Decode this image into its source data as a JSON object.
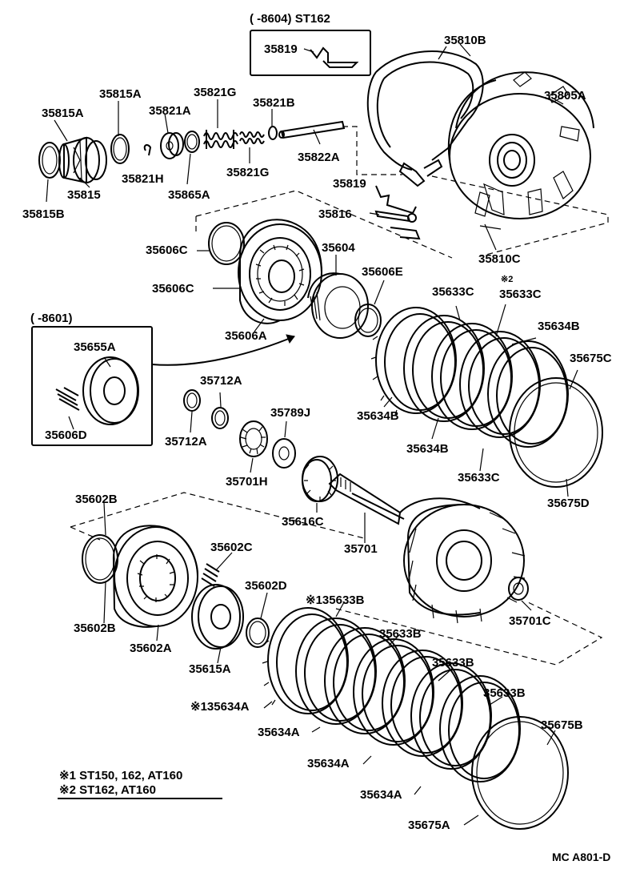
{
  "frames": {
    "top_range": "(     -8604) ST162",
    "left_range": "(     -8601)"
  },
  "parts": {
    "p35819_top": "35819",
    "p35810B": "35810B",
    "p35805A": "35805A",
    "p35815A_a": "35815A",
    "p35815A_b": "35815A",
    "p35821G_a": "35821G",
    "p35821A": "35821A",
    "p35821B": "35821B",
    "p35822A": "35822A",
    "p35821H": "35821H",
    "p35865A": "35865A",
    "p35821G_b": "35821G",
    "p35815": "35815",
    "p35815B": "35815B",
    "p35819_mid": "35819",
    "p35816": "35816",
    "p35810C": "35810C",
    "p35606C_a": "35606C",
    "p35604": "35604",
    "p35606E": "35606E",
    "p35606C_b": "35606C",
    "p35633C_a": "35633C",
    "p35633C_b_mark": "※2",
    "p35633C_b": "35633C",
    "p35606A": "35606A",
    "p35634B_a": "35634B",
    "p35655A": "35655A",
    "p35675C": "35675C",
    "p35712A_a": "35712A",
    "p35606D": "35606D",
    "p35789J": "35789J",
    "p35634B_b": "35634B",
    "p35712A_b": "35712A",
    "p35634B_c": "35634B",
    "p35701H": "35701H",
    "p35633C_c": "35633C",
    "p35675D": "35675D",
    "p35602B_a": "35602B",
    "p35616C": "35616C",
    "p35701": "35701",
    "p35602C": "35602C",
    "p35602D": "35602D",
    "p35633B_a": "※135633B",
    "p35602B_b": "35602B",
    "p35701C": "35701C",
    "p35633B_b": "35633B",
    "p35602A": "35602A",
    "p35615A": "35615A",
    "p35633B_c": "35633B",
    "p35633B_d": "35633B",
    "p35634A_a": "※135634A",
    "p35675B": "35675B",
    "p35634A_b": "35634A",
    "p35634A_c": "35634A",
    "p35634A_d": "35634A",
    "p35675A": "35675A"
  },
  "notes": {
    "note1": "※1 ST150, 162, AT160",
    "note2": "※2 ST162, AT160"
  },
  "footer": {
    "code": "MC A801-D"
  }
}
